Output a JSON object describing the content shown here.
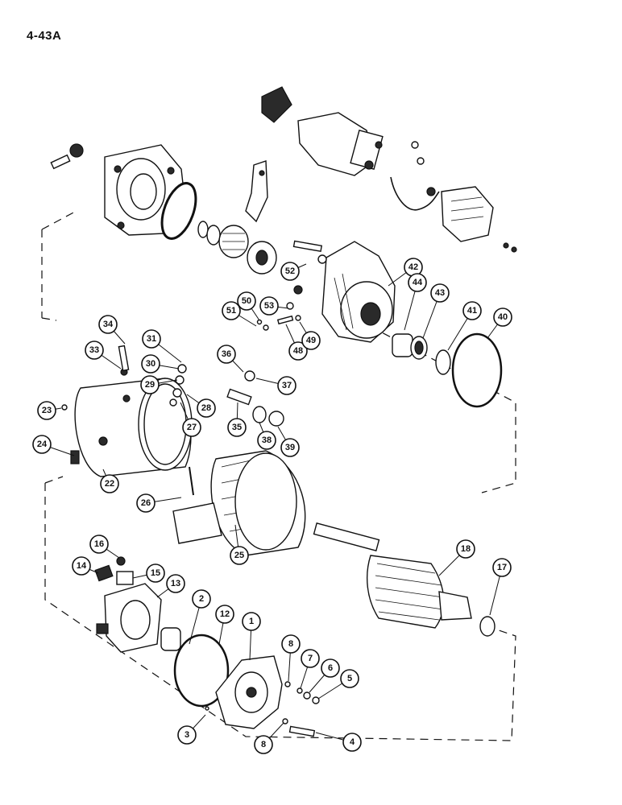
{
  "page": {
    "label": "4-43A"
  },
  "callouts": [
    {
      "id": "c1",
      "text": "1"
    },
    {
      "id": "c2",
      "text": "2"
    },
    {
      "id": "c3",
      "text": "3"
    },
    {
      "id": "c4",
      "text": "4"
    },
    {
      "id": "c5",
      "text": "5"
    },
    {
      "id": "c6",
      "text": "6"
    },
    {
      "id": "c7",
      "text": "7"
    },
    {
      "id": "c8a",
      "text": "8"
    },
    {
      "id": "c8b",
      "text": "8"
    },
    {
      "id": "c12",
      "text": "12"
    },
    {
      "id": "c13",
      "text": "13"
    },
    {
      "id": "c14",
      "text": "14"
    },
    {
      "id": "c15",
      "text": "15"
    },
    {
      "id": "c16",
      "text": "16"
    },
    {
      "id": "c17",
      "text": "17"
    },
    {
      "id": "c18",
      "text": "18"
    },
    {
      "id": "c22",
      "text": "22"
    },
    {
      "id": "c23",
      "text": "23"
    },
    {
      "id": "c24",
      "text": "24"
    },
    {
      "id": "c25",
      "text": "25"
    },
    {
      "id": "c26",
      "text": "26"
    },
    {
      "id": "c27",
      "text": "27"
    },
    {
      "id": "c28",
      "text": "28"
    },
    {
      "id": "c29",
      "text": "29"
    },
    {
      "id": "c30",
      "text": "30"
    },
    {
      "id": "c31",
      "text": "31"
    },
    {
      "id": "c33",
      "text": "33"
    },
    {
      "id": "c34",
      "text": "34"
    },
    {
      "id": "c35",
      "text": "35"
    },
    {
      "id": "c36",
      "text": "36"
    },
    {
      "id": "c37",
      "text": "37"
    },
    {
      "id": "c38",
      "text": "38"
    },
    {
      "id": "c39",
      "text": "39"
    },
    {
      "id": "c40",
      "text": "40"
    },
    {
      "id": "c41",
      "text": "41"
    },
    {
      "id": "c42",
      "text": "42"
    },
    {
      "id": "c43",
      "text": "43"
    },
    {
      "id": "c44",
      "text": "44"
    },
    {
      "id": "c48",
      "text": "48"
    },
    {
      "id": "c49",
      "text": "49"
    },
    {
      "id": "c50",
      "text": "50"
    },
    {
      "id": "c51",
      "text": "51"
    },
    {
      "id": "c52",
      "text": "52"
    },
    {
      "id": "c53",
      "text": "53"
    }
  ]
}
